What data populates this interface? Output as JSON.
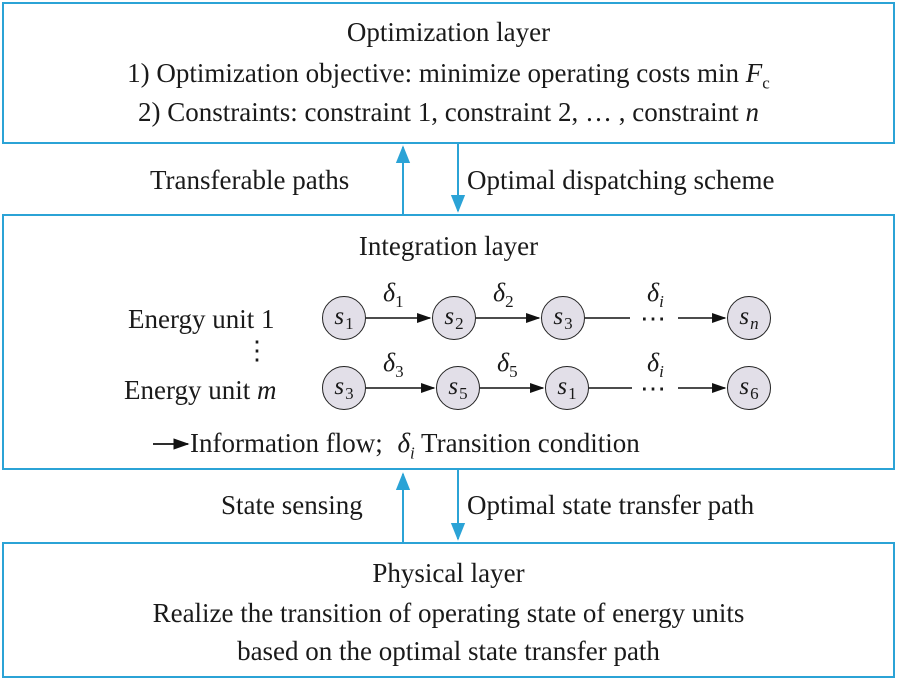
{
  "optimization_layer": {
    "title": "Optimization layer",
    "objective": "1) Optimization objective: minimize operating costs min",
    "objective_symbol": "F",
    "objective_sub": "c",
    "constraints": "2) Constraints: constraint 1, constraint 2, … , constraint",
    "constraints_n": "n"
  },
  "upper_links": {
    "up_label": "Transferable paths",
    "down_label": "Optimal dispatching scheme"
  },
  "integration_layer": {
    "title": "Integration layer",
    "unit1_label": "Energy unit 1",
    "unitm_label": "Energy unit",
    "unitm_var": "m",
    "vdots": "⋮",
    "row1": {
      "nodes": [
        {
          "sym": "s",
          "sub": "1"
        },
        {
          "sym": "s",
          "sub": "2"
        },
        {
          "sym": "s",
          "sub": "3"
        },
        {
          "sym": "s",
          "sub": "n"
        }
      ],
      "deltas": [
        {
          "sym": "δ",
          "sub": "1"
        },
        {
          "sym": "δ",
          "sub": "2"
        },
        {
          "sym": "δ",
          "sub": "i"
        }
      ]
    },
    "row2": {
      "nodes": [
        {
          "sym": "s",
          "sub": "3"
        },
        {
          "sym": "s",
          "sub": "5"
        },
        {
          "sym": "s",
          "sub": "1"
        },
        {
          "sym": "s",
          "sub": "6"
        }
      ],
      "deltas": [
        {
          "sym": "δ",
          "sub": "3"
        },
        {
          "sym": "δ",
          "sub": "5"
        },
        {
          "sym": "δ",
          "sub": "i"
        }
      ]
    },
    "ellipsis": "⋯",
    "legend_flow": "Information flow;",
    "legend_delta_sym": "δ",
    "legend_delta_sub": "i",
    "legend_condition": "Transition condition"
  },
  "lower_links": {
    "up_label": "State sensing",
    "down_label": "Optimal state transfer path"
  },
  "physical_layer": {
    "title": "Physical layer",
    "line1": "Realize the transition of operating state of energy units",
    "line2": "based on the optimal state transfer path"
  },
  "colors": {
    "box_border": "#2ba3d6",
    "node_fill": "#e2dfe8",
    "text": "#1a1a1a"
  }
}
